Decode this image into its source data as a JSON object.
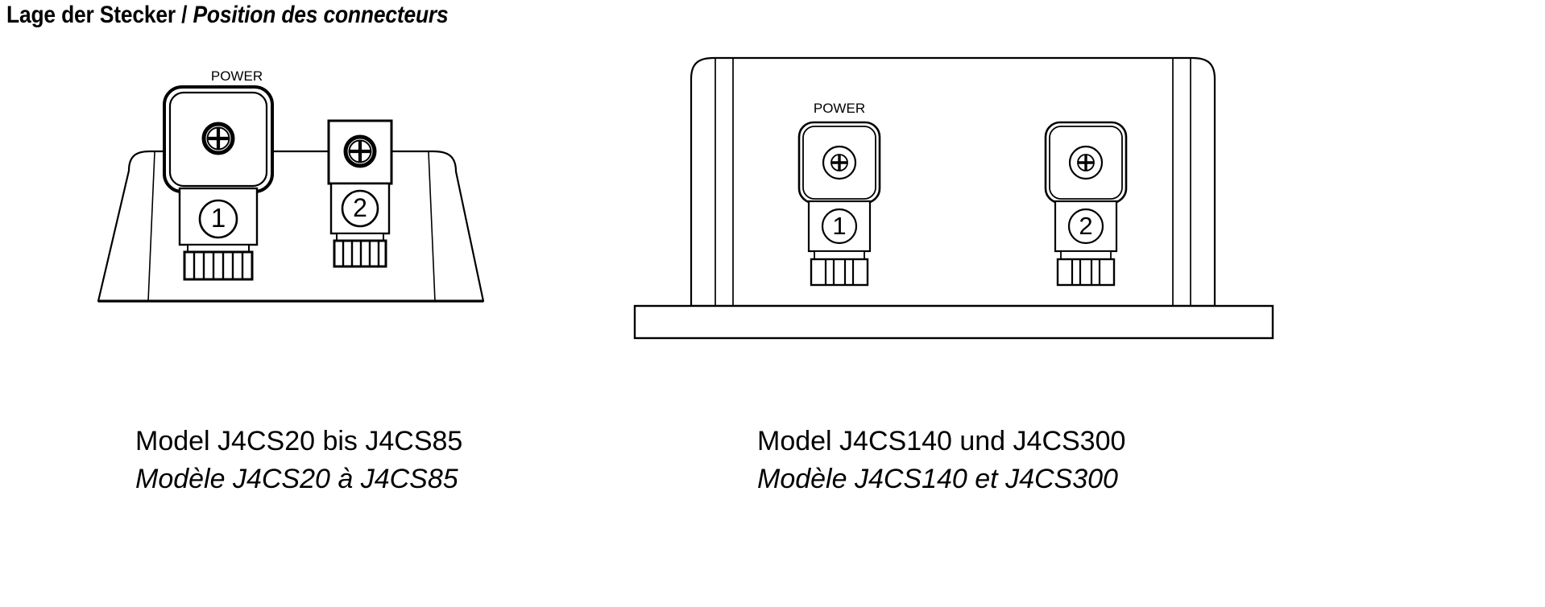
{
  "title": {
    "german": "Lage der Stecker",
    "separator": "/",
    "french": "Position des connecteurs"
  },
  "figures": [
    {
      "id": "left-device",
      "device_name": "compact-enclosure-tapered",
      "power_label": "POWER",
      "connectors": [
        {
          "id": "connector-1",
          "badge": "1",
          "type": "din-valve-connector-large",
          "has_screw": true,
          "screw_icon": "phillips-screw-icon"
        },
        {
          "id": "connector-2",
          "badge": "2",
          "type": "din-valve-connector-small",
          "has_screw": true,
          "screw_icon": "phillips-screw-icon"
        }
      ],
      "caption_de": "Model J4CS20 bis J4CS85",
      "caption_fr": "Modèle J4CS20 à J4CS85"
    },
    {
      "id": "right-device",
      "device_name": "wide-enclosure-with-plinth",
      "power_label": "POWER",
      "connectors": [
        {
          "id": "connector-1",
          "badge": "1",
          "type": "din-valve-connector-large",
          "has_screw": true,
          "screw_icon": "phillips-screw-icon"
        },
        {
          "id": "connector-2",
          "badge": "2",
          "type": "din-valve-connector-large",
          "has_screw": true,
          "screw_icon": "phillips-screw-icon"
        }
      ],
      "caption_de": "Model J4CS140 und J4CS300",
      "caption_fr": "Modèle J4CS140 et J4CS300"
    }
  ],
  "colors": {
    "ink": "#000000",
    "paper": "#ffffff"
  }
}
